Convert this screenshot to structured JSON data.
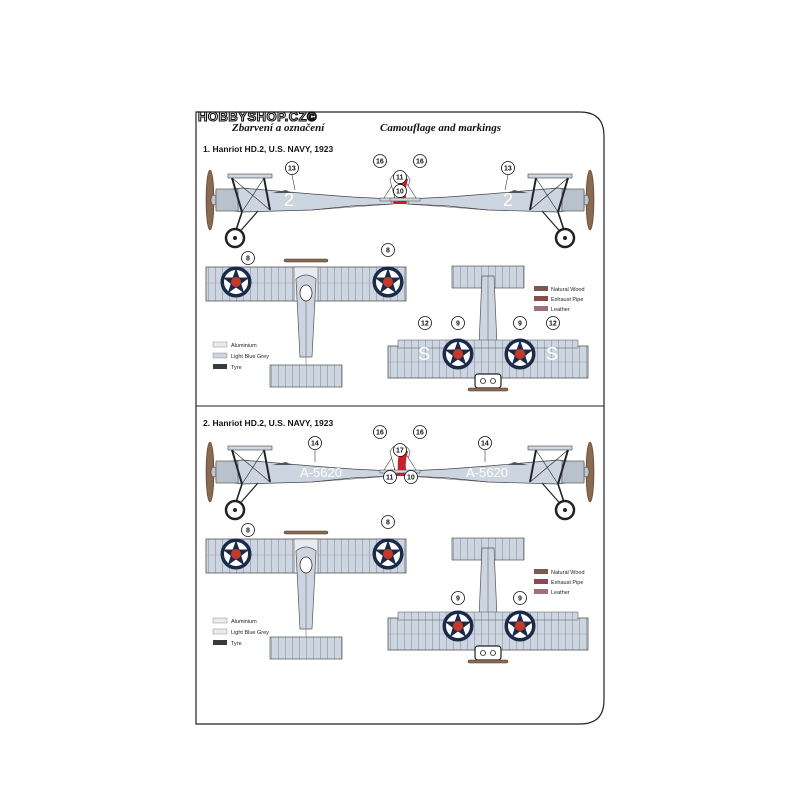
{
  "watermark": "HOBBYSHOP.CZ©",
  "header": {
    "title_cz": "Zbarvení a označení",
    "title_en": "Camouflage and markings"
  },
  "colors": {
    "light_blue_grey": "#cdd6e0",
    "aluminium": "#e8ecef",
    "tyre": "#3a3a3a",
    "natural_wood": "#7a5a4a",
    "exhaust_pipe": "#8a4a4e",
    "leather": "#a0707a",
    "roundel_blue": "#1c2a4a",
    "roundel_red": "#c43a2a",
    "rudder_red": "#c8202a"
  },
  "schemes": [
    {
      "title": "1. Hanriot HD.2, U.S. NAVY, 1923",
      "fuselage_code": "2",
      "callouts": {
        "side_left": [
          "13",
          "16",
          "11"
        ],
        "side_right": [
          "16",
          "10",
          "13"
        ],
        "upper": [
          "8",
          "8"
        ],
        "lower": [
          "12",
          "9",
          "9",
          "12"
        ]
      },
      "legend_left": [
        "Aluminium",
        "Light Blue Grey",
        "Tyre"
      ],
      "legend_right": [
        "Natural Wood",
        "Exhaust Pipe",
        "Leather"
      ]
    },
    {
      "title": "2. Hanriot HD.2, U.S. NAVY, 1923",
      "fuselage_code": "A-5620",
      "callouts": {
        "side_left": [
          "14",
          "16",
          "17",
          "11"
        ],
        "side_right": [
          "16",
          "10",
          "14"
        ],
        "upper": [
          "8",
          "8"
        ],
        "lower": [
          "9",
          "9"
        ]
      },
      "legend_left": [
        "Aluminium",
        "Light Blue Grey",
        "Tyre"
      ],
      "legend_right": [
        "Natural Wood",
        "Exhaust Pipe",
        "Leather"
      ]
    }
  ]
}
